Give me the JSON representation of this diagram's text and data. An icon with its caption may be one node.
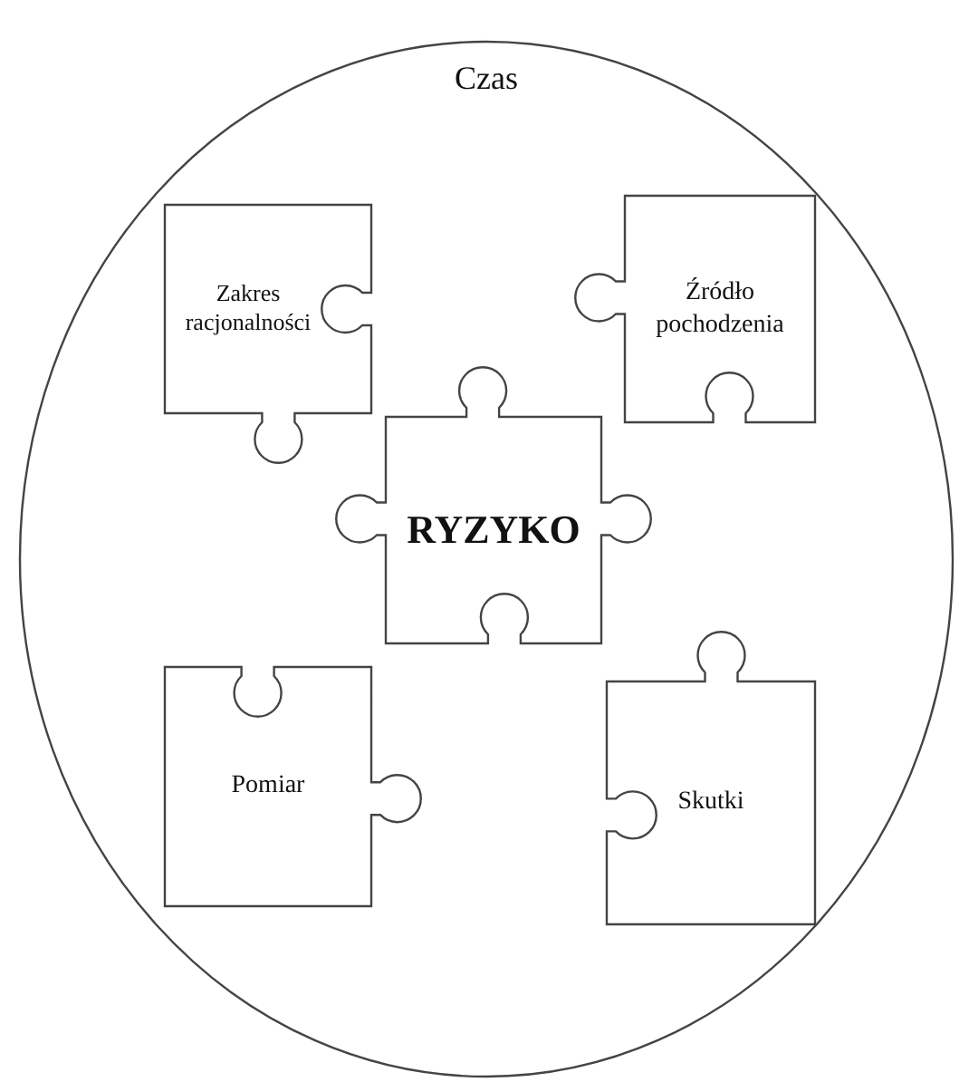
{
  "diagram": {
    "nodes": [
      {
        "text": [
          "Czas"
        ]
      },
      {
        "text": [
          "Zakres racjonalności"
        ],
        "in": 0
      },
      {
        "text": [
          "Źródło pochodzenia"
        ],
        "in": 0
      },
      {
        "text": [
          "RYZYKO"
        ],
        "in": 0
      },
      {
        "text": [
          "Pomiar"
        ],
        "in": 0
      },
      {
        "text": [
          "Skutki"
        ],
        "in": 0
      }
    ]
  }
}
